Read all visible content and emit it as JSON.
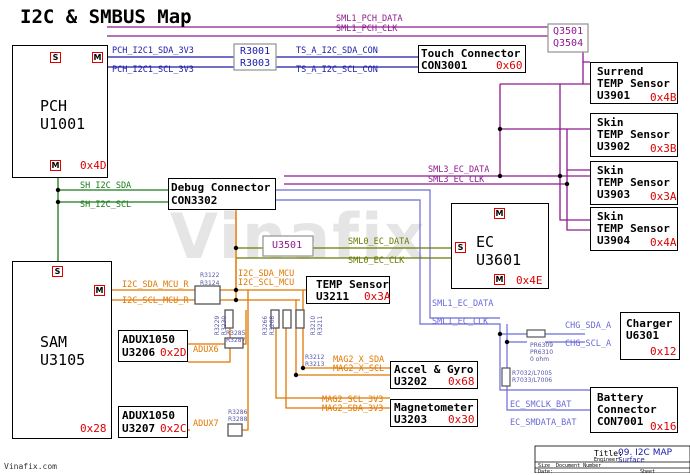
{
  "title": "I2C & SMBUS Map",
  "watermark": "Vinafix",
  "footer": {
    "site": "Vinafix.com",
    "title_label": "Title:",
    "title_value": "09. I2C MAP",
    "subtitle": "Surface",
    "engineer": "Engineer:",
    "size": "Size",
    "document_number": "Document Number",
    "date": "Date:",
    "sheet": "Sheet"
  },
  "colors": {
    "pch_bus": "#1a1aa8",
    "sml1": "#8e1a8e",
    "sml0": "#6b7a00",
    "sam_bus": "#e07800",
    "sh_bus": "#1a7a1a",
    "ec_bus": "#6a6ad8",
    "addr": "#d00000",
    "res": "#5555aa"
  },
  "blocks": {
    "pch": {
      "name": "PCH",
      "ref": "U1001",
      "addr": "0x4D"
    },
    "sam": {
      "name": "SAM",
      "ref": "U3105",
      "addr": "0x28"
    },
    "ec": {
      "name": "EC",
      "ref": "U3601",
      "addr": "0x4E"
    },
    "touch": {
      "name": "Touch Connector",
      "ref": "CON3001",
      "addr": "0x60"
    },
    "debug": {
      "name": "Debug Connector",
      "ref": "CON3302"
    },
    "temp3211": {
      "name": "TEMP Sensor",
      "ref": "U3211",
      "addr": "0x3A"
    },
    "adux6": {
      "name": "ADUX1050",
      "ref": "U3206",
      "addr": "0x2D"
    },
    "adux7": {
      "name": "ADUX1050",
      "ref": "U3207",
      "addr": "0x2C"
    },
    "accel": {
      "name": "Accel & Gyro",
      "ref": "U3202",
      "addr": "0x68"
    },
    "magnet": {
      "name": "Magnetometer",
      "ref": "U3203",
      "addr": "0x30"
    },
    "surround": {
      "name1": "Surrend",
      "name2": "TEMP Sensor",
      "ref": "U3901",
      "addr": "0x4B"
    },
    "skin1": {
      "name1": "Skin",
      "name2": "TEMP Sensor",
      "ref": "U3902",
      "addr": "0x3B"
    },
    "skin2": {
      "name1": "Skin",
      "name2": "TEMP Sensor",
      "ref": "U3903",
      "addr": "0x3A"
    },
    "skin3": {
      "name1": "Skin",
      "name2": "TEMP Sensor",
      "ref": "U3904",
      "addr": "0x4A"
    },
    "charger": {
      "name": "Charger",
      "ref": "U6301",
      "addr": "0x12"
    },
    "battery": {
      "name1": "Battery",
      "name2": "Connector",
      "ref": "CON7001",
      "addr": "0x16"
    },
    "q3501": {
      "l1": "Q3501",
      "l2": "Q3504"
    },
    "r3001": {
      "l1": "R3001",
      "l2": "R3003"
    },
    "u3501": {
      "label": "U3501"
    }
  },
  "tags": {
    "s": "S",
    "m": "M"
  },
  "nets": {
    "sml1_data": "SML1_PCH_DATA",
    "sml1_clk": "SML1_PCH_CLK",
    "pch_sda": "PCH_I2C1_SDA_3V3",
    "pch_scl": "PCH_I2C1_SCL_3V3",
    "ts_sda": "TS_A_I2C_SDA_CON",
    "ts_scl": "TS_A_I2C_SCL_CON",
    "sh_sda": "SH_I2C_SDA",
    "sh_scl": "SH_I2C_SCL",
    "sml3_data": "SML3_EC_DATA",
    "sml3_clk": "SML3_EC_CLK",
    "sml0_data": "SML0_EC_DATA",
    "sml0_clk": "SML0_EC_CLK",
    "sam_sda": "I2C_SDA_MCU_R",
    "sam_scl": "I2C_SCL_MCU_R",
    "sam_sda2": "I2C_SDA_MCU",
    "sam_scl2": "I2C_SCL_MCU",
    "sml1_ec_data": "SML1_EC_DATA",
    "sml1_ec_clk": "SML1_EC_CLK",
    "chg_sda": "CHG_SDA_A",
    "chg_scl": "CHG_SCL_A",
    "adux6": "ADUX6",
    "adux7": "ADUX7",
    "mag2_sda": "MAG2_X_SDA",
    "mag2_scl": "MAG2_X_SCL",
    "mag2_scl3": "MAG2_SCL_3V3",
    "mag2_sda3": "MAG2_SDA_3V3",
    "ec_smclk": "EC_SMCLK_BAT",
    "ec_smdata": "EC_SMDATA_BAT"
  },
  "resistors": {
    "r3122": "R3122",
    "r3124": "R3124",
    "r3229": "R3229",
    "r3230": "R3230",
    "r3285": "R3285",
    "r3287": "R3287",
    "r3266": "R3266",
    "r3268": "R3268",
    "r3210": "R3210",
    "r3211": "R3211",
    "r3212": "R3212",
    "r3213": "R3213",
    "r3286": "R3286",
    "r3288": "R3288",
    "pr6309": "PR6309",
    "pr6310": "PR6310",
    "ohm": "0 ohm",
    "r7032": "R7032/L7005",
    "r7033": "R7033/L7006"
  }
}
